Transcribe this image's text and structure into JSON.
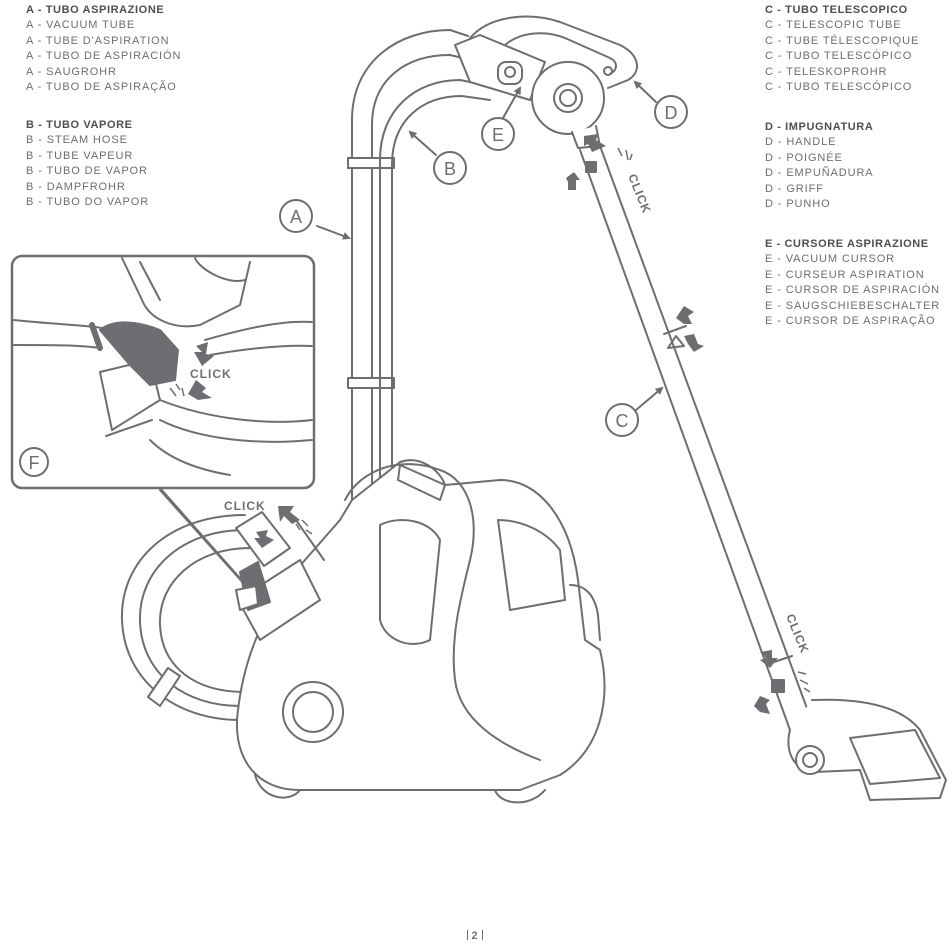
{
  "legend": {
    "a": {
      "title": "A - TUBO ASPIRAZIONE",
      "items": [
        "A - VACUUM TUBE",
        "A - TUBE D'ASPIRATION",
        "A - TUBO DE ASPIRACIÓN",
        "A - SAUGROHR",
        "A - TUBO DE ASPIRAÇÃO"
      ]
    },
    "b": {
      "title": "B - TUBO VAPORE",
      "items": [
        "B - STEAM HOSE",
        "B - TUBE VAPEUR",
        "B - TUBO DE VAPOR",
        "B - DAMPFROHR",
        "B - TUBO DO VAPOR"
      ]
    },
    "c": {
      "title": "C - TUBO TELESCOPICO",
      "items": [
        "C - TELESCOPIC TUBE",
        "C - TUBE TÉLESCOPIQUE",
        "C - TUBO TELESCÓPICO",
        "C - TELESKOPROHR",
        "C - TUBO TELESCÓPICO"
      ]
    },
    "d": {
      "title": "D - IMPUGNATURA",
      "items": [
        "D - HANDLE",
        "D - POIGNÉE",
        "D - EMPUÑADURA",
        "D - GRIFF",
        "D - PUNHO"
      ]
    },
    "e": {
      "title": "E - CURSORE ASPIRAZIONE",
      "items": [
        "E - VACUUM CURSOR",
        "E - CURSEUR ASPIRATION",
        "E - CURSOR DE ASPIRACIÓN",
        "E - SAUGSCHIEBESCHALTER",
        "E - CURSOR DE ASPIRAÇÃO"
      ]
    }
  },
  "callouts": {
    "a": "A",
    "b": "B",
    "c": "C",
    "d": "D",
    "e": "E",
    "f": "F"
  },
  "click_label": "CLICK",
  "page_number": "2",
  "colors": {
    "line": "#6d6e71",
    "fill": "#ffffff",
    "arrow": "#6d6e71"
  }
}
